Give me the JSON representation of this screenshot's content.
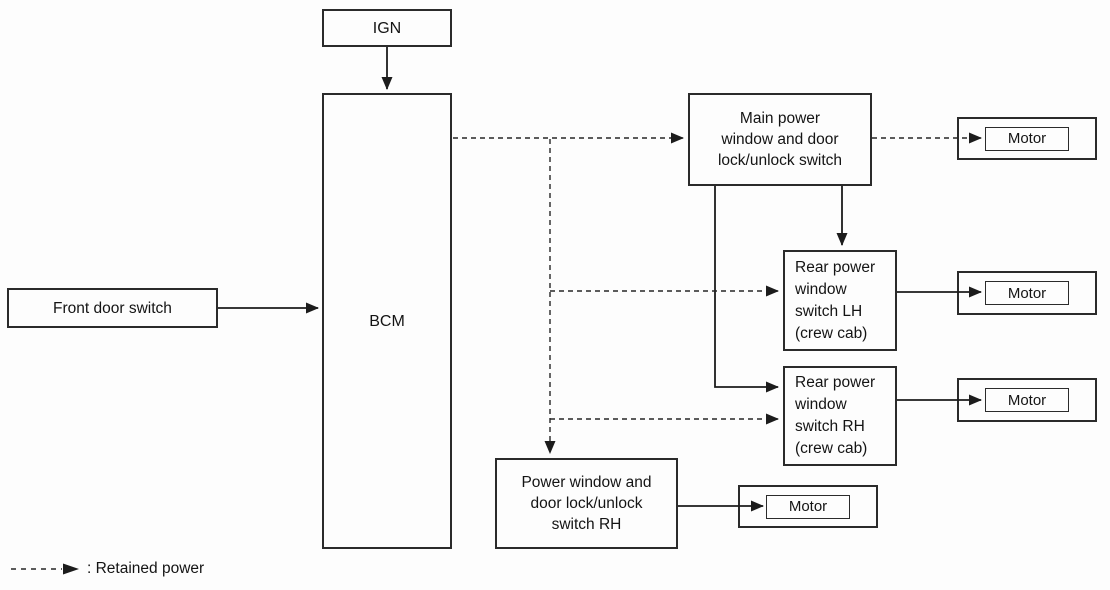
{
  "diagram": {
    "nodes": {
      "ign": {
        "label": "IGN"
      },
      "bcm": {
        "label": "BCM"
      },
      "front_door_switch": {
        "label": "Front door switch"
      },
      "main_power_switch": {
        "label": "Main power\nwindow and door\nlock/unlock switch"
      },
      "rear_switch_lh": {
        "label": "Rear power\nwindow\nswitch LH\n(crew cab)"
      },
      "rear_switch_rh": {
        "label": "Rear power\nwindow\nswitch RH\n(crew cab)"
      },
      "front_switch_rh": {
        "label": "Power window and\ndoor lock/unlock\nswitch RH"
      },
      "motor_main": {
        "label": "Motor"
      },
      "motor_rear_lh": {
        "label": "Motor"
      },
      "motor_rear_rh": {
        "label": "Motor"
      },
      "motor_front_rh": {
        "label": "Motor"
      }
    },
    "legend": {
      "label": ": Retained power"
    },
    "colors": {
      "line": "#262626",
      "text": "#141414",
      "background": "#fdfdfd"
    }
  }
}
